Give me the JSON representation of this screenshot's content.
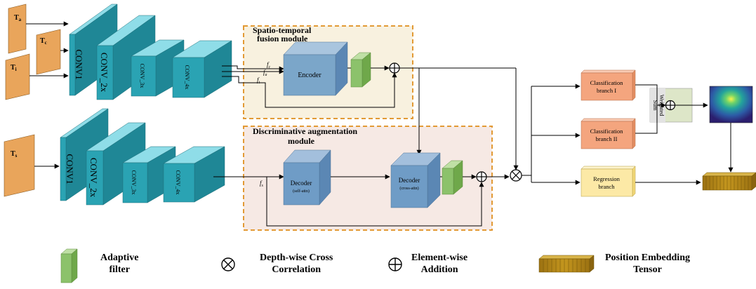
{
  "inputs": {
    "t_a": "T",
    "t_a_sub": "a",
    "t_c": "T",
    "t_c_sub": "c",
    "t_i": "T",
    "t_i_sub": "i",
    "t_s": "T",
    "t_s_sub": "s"
  },
  "backbone_top": {
    "conv1": "CONV1",
    "conv2x": "CONV_2x",
    "conv3x": "CONV_3x",
    "conv4x": "CONV_4x"
  },
  "backbone_bottom": {
    "conv1": "CONV1",
    "conv2x": "CONV_2x",
    "conv3x": "CONV_3x",
    "conv4x": "CONV_4x"
  },
  "fusion_module": {
    "title_line1": "Spatio-temporal",
    "title_line2": "fusion module",
    "encoder": "Encoder",
    "f_c": "f",
    "f_c_sub": "c",
    "f_a": "f",
    "f_a_sub": "a",
    "f_i": "f",
    "f_i_sub": "i"
  },
  "augmentation_module": {
    "title_line1": "Discriminative augmentation",
    "title_line2": "module",
    "decoder1": "Decoder",
    "decoder1_sub": "(self-attn)",
    "decoder2": "Decoder",
    "decoder2_sub": "(cross-attn)",
    "f_s": "f",
    "f_s_sub": "s"
  },
  "heads": {
    "cls1_line1": "Classification",
    "cls1_line2": "branch I",
    "cls2_line1": "Classification",
    "cls2_line2": "branch II",
    "reg_line1": "Regression",
    "reg_line2": "branch",
    "weighted_sum_line1": "Weighted",
    "weighted_sum_line2": "Sum"
  },
  "legend": {
    "adaptive_filter_line1": "Adaptive",
    "adaptive_filter_line2": "filter",
    "dw_corr_line1": "Depth-wise Cross",
    "dw_corr_line2": "Correlation",
    "elem_add_line1": "Element-wise",
    "elem_add_line2": "Addition",
    "pos_emb_line1": "Position Embedding",
    "pos_emb_line2": "Tensor"
  },
  "colors": {
    "input_patch": "#E9A55B",
    "conv_front": "#2AA3B3",
    "conv_top": "#8FDDE8",
    "conv_side": "#1F8796",
    "encoder": "#7BA6C9",
    "decoder": "#6F9CC6",
    "adaptive_filter": "#8CC26B",
    "classification": "#F4A57E",
    "regression": "#FCE9A6",
    "module_border": "#E29A35",
    "fusion_bg": "#F8F1DF",
    "augment_bg": "#F6E9E4",
    "position_tensor": "#B88A18"
  }
}
